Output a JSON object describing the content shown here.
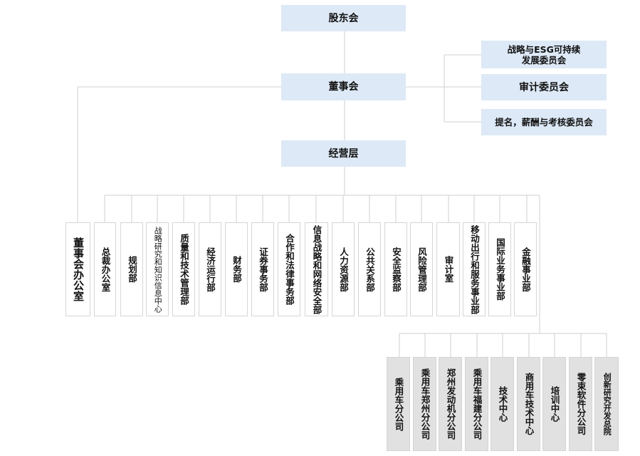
{
  "top": {
    "shareholders": "股东会",
    "board": "董事会",
    "management": "经营层"
  },
  "committees": [
    "战略与ESG可持续\n发展委员会",
    "审计委员会",
    "提名，薪酬与考核委员会"
  ],
  "departments": [
    "董事会办公室",
    "总裁办公室",
    "规划部",
    "战略研究和知识信息中心",
    "质量和技术管理部",
    "经济运行部",
    "财务部",
    "证券事务部",
    "合作和法律事务部",
    "信息战略和网络安全部",
    "人力资源部",
    "公共关系部",
    "安全监察部",
    "风险管理部",
    "审计室",
    "移动出行和服务事业部",
    "国际业务事业部",
    "金融事业部"
  ],
  "units": [
    "乘用车分公司",
    "乘用车郑州分公司",
    "郑州发动机分公司",
    "乘用车福建分公司",
    "技术中心",
    "商用车技术中心",
    "培训中心",
    "零束软件分公司",
    "创新研究开发总院"
  ]
}
